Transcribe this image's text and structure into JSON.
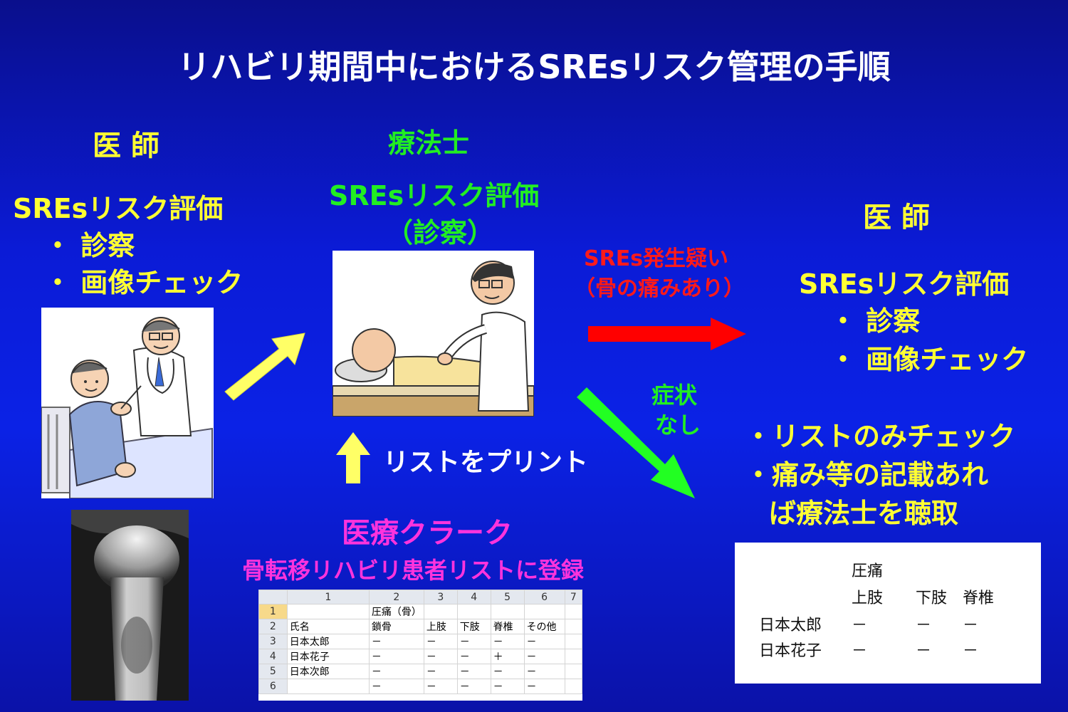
{
  "title": "リハビリ期間中におけるSREsリスク管理の手順",
  "left": {
    "role": "医 師",
    "heading": "SREsリスク評価",
    "items": [
      "・ 診察",
      "・ 画像チェック"
    ]
  },
  "center": {
    "role": "療法士",
    "heading": "SREsリスク評価",
    "sub": "（診察）"
  },
  "right": {
    "role": "医 師",
    "heading": "SREsリスク評価",
    "items": [
      "・ 診察",
      "・ 画像チェック"
    ]
  },
  "arrow_red_label": [
    "SREs発生疑い",
    "（骨の痛みあり）"
  ],
  "arrow_green_label": [
    "症状",
    "なし"
  ],
  "print_label": "リストをプリント",
  "clerk": {
    "role": "医療クラーク",
    "desc": "骨転移リハビリ患者リストに登録"
  },
  "notes": [
    "・リストのみチェック",
    "・痛み等の記載あれ",
    "ば療法士を聴取"
  ],
  "spreadsheet": {
    "col_headers": [
      "",
      "1",
      "2",
      "3",
      "4",
      "5",
      "6",
      "7"
    ],
    "rows": [
      [
        "1",
        "",
        "圧痛（骨）",
        "",
        "",
        "",
        "",
        ""
      ],
      [
        "2",
        "氏名",
        "鎖骨",
        "上肢",
        "下肢",
        "脊椎",
        "その他",
        ""
      ],
      [
        "3",
        "日本太郎",
        "－",
        "－",
        "－",
        "－",
        "－",
        ""
      ],
      [
        "4",
        "日本花子",
        "－",
        "－",
        "－",
        "＋",
        "－",
        ""
      ],
      [
        "5",
        "日本次郎",
        "－",
        "－",
        "－",
        "－",
        "－",
        ""
      ],
      [
        "6",
        "",
        "－",
        "－",
        "－",
        "－",
        "－",
        ""
      ]
    ]
  },
  "summary": {
    "header": "圧痛",
    "cols": [
      "上肢",
      "下肢",
      "脊椎"
    ],
    "rows": [
      {
        "name": "日本太郎",
        "vals": [
          "－",
          "－",
          "－"
        ]
      },
      {
        "name": "日本花子",
        "vals": [
          "－",
          "－",
          "－"
        ]
      }
    ]
  },
  "colors": {
    "yellow_text": "#ffff33",
    "green_text": "#22ee22",
    "red_text": "#ff1a1a",
    "pink_text": "#ff33dd",
    "arrow_yellow": "#ffff66",
    "arrow_red": "#ff0000",
    "arrow_green": "#22ff22"
  }
}
